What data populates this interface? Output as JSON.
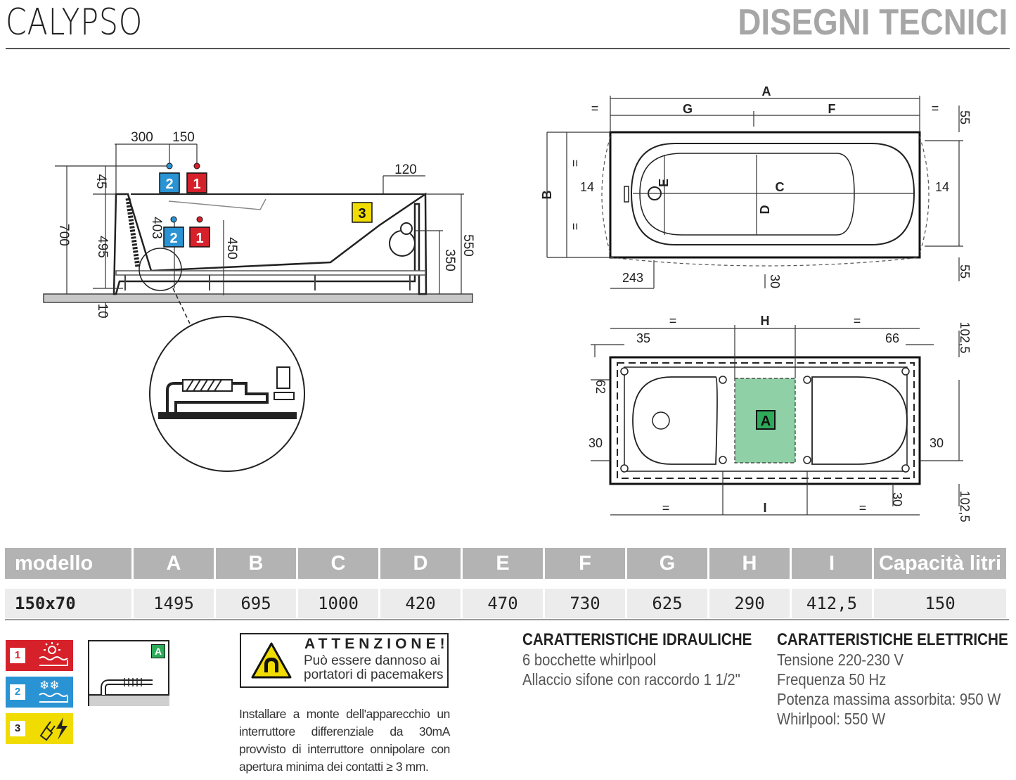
{
  "header": {
    "model_title": "CALYPSO",
    "section_title": "DISEGNI TECNICI"
  },
  "side_view": {
    "dims": [
      "300",
      "150",
      "45",
      "700",
      "495",
      "403",
      "450",
      "120",
      "550",
      "350",
      "10"
    ],
    "badges": [
      "1",
      "2",
      "3"
    ]
  },
  "top_view": {
    "letters": [
      "A",
      "G",
      "F",
      "B",
      "E",
      "C",
      "D"
    ],
    "dims": [
      "=",
      "55",
      "14",
      "243",
      "30"
    ]
  },
  "frame_view": {
    "letters": [
      "H",
      "I",
      "A"
    ],
    "dims": [
      "35",
      "66",
      "102,5",
      "62",
      "30"
    ]
  },
  "table": {
    "headers": [
      "modello",
      "A",
      "B",
      "C",
      "D",
      "E",
      "F",
      "G",
      "H",
      "I",
      "Capacità litri"
    ],
    "rows": [
      [
        "150x70",
        "1495",
        "695",
        "1000",
        "420",
        "470",
        "730",
        "625",
        "290",
        "412,5",
        "150"
      ]
    ]
  },
  "legend": {
    "items": [
      {
        "num": "1",
        "icon": "hot-water-icon",
        "color": "#d6202a"
      },
      {
        "num": "2",
        "icon": "cold-water-icon",
        "color": "#2a93d4"
      },
      {
        "num": "3",
        "icon": "electric-plug-icon",
        "color": "#f0dc00"
      }
    ],
    "drain_badge": "A"
  },
  "warning": {
    "title": "ATTENZIONE!",
    "line1": "Può essere dannoso ai",
    "line2": "portatori di pacemakers",
    "install_note": "Installare a monte dell'apparecchio un interruttore differenziale da 30mA provvisto di interruttore onnipolare con apertura minima dei contatti ≥ 3 mm."
  },
  "hydraulic": {
    "title": "CARATTERISTICHE IDRAULICHE",
    "lines": [
      "6 bocchette whirlpool",
      "Allaccio sifone con raccordo 1 1/2\""
    ]
  },
  "electric": {
    "title": "CARATTERISTICHE ELETTRICHE",
    "lines": [
      "Tensione 220-230 V",
      "Frequenza 50 Hz",
      "Potenza massima assorbita: 950 W",
      "Whirlpool: 550 W"
    ]
  },
  "colors": {
    "header_gray": "#a6a6a6",
    "table_header": "#b3b3b3",
    "table_row": "#ececec",
    "drain_green": "#8fd0a6"
  }
}
